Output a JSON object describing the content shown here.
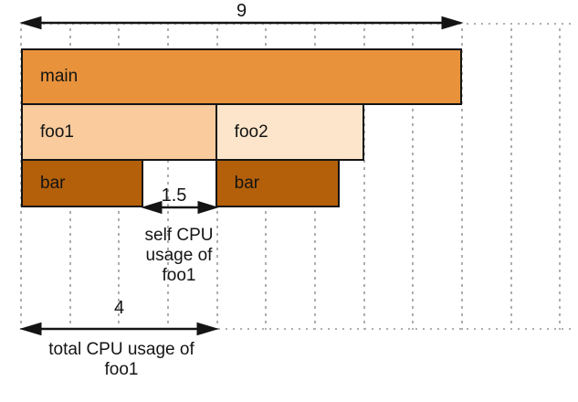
{
  "figure": {
    "type": "flame-graph-cpu-usage-diagram",
    "background": "#ffffff"
  },
  "colors": {
    "frame_main": "#e8923c",
    "frame_foo1": "#f9cb9d",
    "frame_foo2": "#fce5ca",
    "frame_bar": "#b4600a",
    "frame_border": "#141414",
    "grid": "#aeaeae",
    "arrow": "#141414",
    "text": "#141414"
  },
  "grid": {
    "columns": 12,
    "unit_value": 1
  },
  "frames": [
    {
      "label": "main",
      "depth": 0,
      "start": 0,
      "duration": 9,
      "color": "frame_main"
    },
    {
      "label": "foo1",
      "depth": 1,
      "start": 0,
      "duration": 4,
      "color": "frame_foo1"
    },
    {
      "label": "foo2",
      "depth": 1,
      "start": 4,
      "duration": 3,
      "color": "frame_foo2"
    },
    {
      "label": "bar",
      "depth": 2,
      "start": 0,
      "duration": 2.5,
      "color": "frame_bar"
    },
    {
      "label": "bar",
      "depth": 2,
      "start": 4,
      "duration": 2.5,
      "color": "frame_bar"
    }
  ],
  "measurements": {
    "total_width": {
      "value": "9"
    },
    "self_foo1": {
      "value": "1.5",
      "caption_lines": [
        "self CPU",
        "usage of",
        "foo1"
      ]
    },
    "total_foo1": {
      "value": "4",
      "caption_lines": [
        "total CPU usage of",
        "foo1"
      ]
    }
  }
}
